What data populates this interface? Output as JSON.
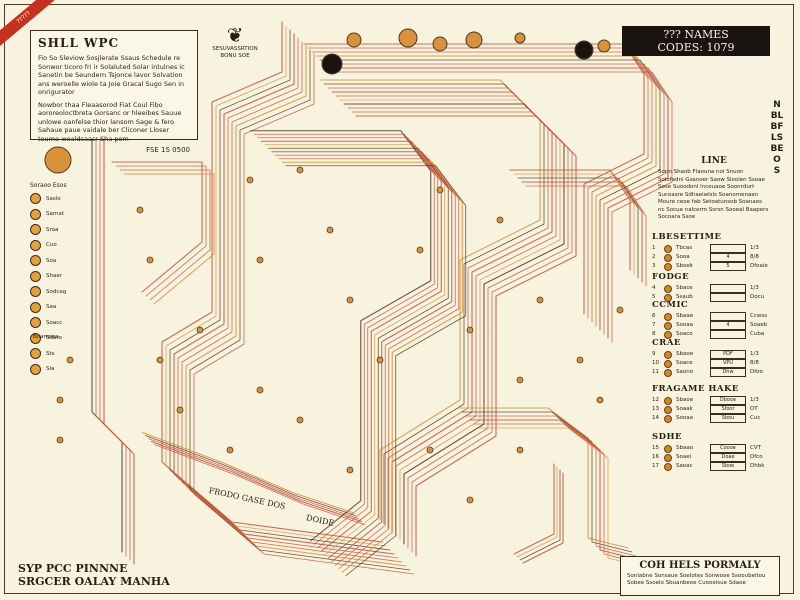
{
  "title_bar": {
    "line1": "??? NAMES",
    "line2": "CODES: 1079"
  },
  "corner_banner": "?????",
  "notes_box": {
    "heading": "SHLL WPC",
    "paragraphs": [
      "Fio So Sleviow Sosjlerate Ssaus Schedule re Sonwor ticoro fri ir Solaluted Solar intulnes ic Sanetin be Seundern Tsjonce lavor Solvation ans weroelle wiole ta Joie Gracal Sugo Sen in onrigurator",
      "Nowbor thaa Fleaasorod Fiat Coul Fibo aororeoloctbreta Gorsanc or hleeibes Sauue unlowe oanfelse thior lansom Sage & fero Sahaue paue vaidale ber Cliconer Lloser teume-woaldsaasr Sha pom"
    ],
    "ref": "FSE 1S 0500"
  },
  "logo": {
    "caption": "SESUVASSRTION BONU SOE"
  },
  "side_header": "NBL BFLSBEOS",
  "line_box": {
    "heading": "LINE",
    "text": "Sopn Shaob Flaouna noi Snuon Solofadni Gsanoer Saow Sloolen Ssoae Sose Suoodonl lnceuaoe Soonrdurt Sucoasre Sdhaeiwlsls Soanomenaen Moure ceoe fab Setoatunsob Soanaos nc Socue nalcerm Ssrsn Sooeal Baapers Socoara Ssoe"
  },
  "sections": [
    {
      "heading": "LBESETTIME",
      "rows": [
        {
          "n": "1",
          "label": "Tbcas",
          "sw": "",
          "v": "1/3"
        },
        {
          "n": "2",
          "label": "Sooa",
          "sw": "4",
          "v": "8/8"
        },
        {
          "n": "3",
          "label": "Sboek",
          "sw": "5",
          "v": "Dfoaie"
        }
      ]
    },
    {
      "heading": "FODGE",
      "rows": [
        {
          "n": "4",
          "label": "Sbaos",
          "sw": "",
          "v": "1/3"
        },
        {
          "n": "5",
          "label": "Ssaub",
          "sw": "",
          "v": "Docu"
        }
      ]
    },
    {
      "heading": "CCMIC",
      "rows": [
        {
          "n": "6",
          "label": "Sbaae",
          "sw": "",
          "v": "Ccwss"
        },
        {
          "n": "7",
          "label": "Sooaa",
          "sw": "4",
          "v": "Soaeb"
        },
        {
          "n": "8",
          "label": "Soaco",
          "sw": "",
          "v": "Cuba"
        }
      ]
    },
    {
      "heading": "CRAE",
      "rows": [
        {
          "n": "9",
          "label": "Sbaoe",
          "sw": "PDF",
          "v": "1/3"
        },
        {
          "n": "10",
          "label": "Soace",
          "sw": "VPU",
          "v": "8/8"
        },
        {
          "n": "11",
          "label": "Saono",
          "sw": "Dhw",
          "v": "Dfoo"
        }
      ]
    },
    {
      "heading": "FRAGAME HAKE",
      "rows": [
        {
          "n": "12",
          "label": "Sbaoe",
          "sw": "Dbooe",
          "v": "1/3"
        },
        {
          "n": "13",
          "label": "Soaak",
          "sw": "Sfoor",
          "v": "DT"
        },
        {
          "n": "14",
          "label": "Sooaa",
          "sw": "Sbou",
          "v": "Cuc"
        }
      ]
    },
    {
      "heading": "SDHE",
      "rows": [
        {
          "n": "15",
          "label": "Sbaao",
          "sw": "Coooe",
          "v": "CVT"
        },
        {
          "n": "16",
          "label": "Soaei",
          "sw": "Doae",
          "v": "Dfco"
        },
        {
          "n": "17",
          "label": "Saoac",
          "sw": "Sboe",
          "v": "Dhbk"
        }
      ]
    }
  ],
  "left_legend": {
    "heading": "Soraoo Esos",
    "items": [
      "Saslo",
      "Sarnat",
      "Sraa",
      "Cuo",
      "Soa",
      "Shaer",
      "Sodcag",
      "Saa",
      "Soacc",
      "Sdaro",
      "Sts",
      "Sla"
    ]
  },
  "side_legend": {
    "heading": "Boamnos"
  },
  "mid_labels": [
    {
      "text": "FRODO GASE DOS"
    },
    {
      "text": "DOIDE"
    }
  ],
  "bottom_left": {
    "line1": "SYP PCC PINNNE",
    "line2": "SRGCER OALAY MANHA"
  },
  "bottom_right": {
    "heading": "COH HELS PORMALY",
    "text": "Sonlabne Sonsaue Soelotes Sonwooe Ssooubeitou Sobee Ssoelo Sbuanbeoe Cuooeisue Sdaoe"
  },
  "colors": {
    "background": "#f8f3de",
    "trace_red": "#c8503c",
    "trace_orange": "#d9913a",
    "trace_dark": "#4a3a2a",
    "accent_red": "#c5301f",
    "title_bg": "#1a1411"
  }
}
